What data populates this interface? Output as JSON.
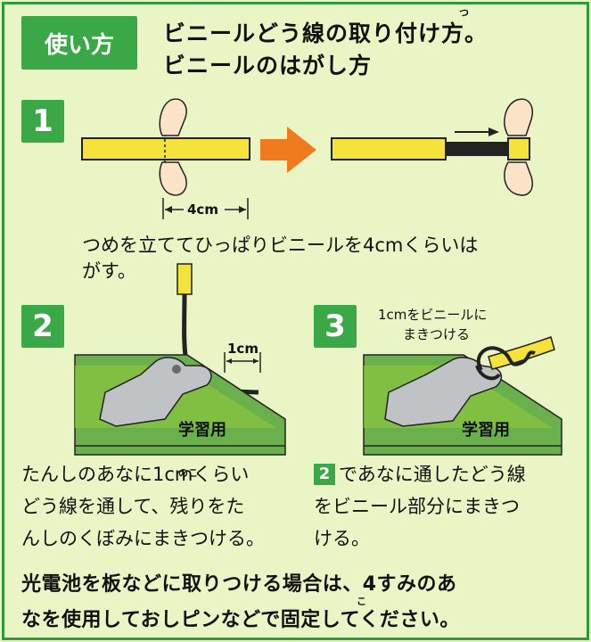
{
  "title_badge": "使い方",
  "heading_line1": "ビニールどう線の取り付け方。",
  "heading_line2": "ビニールのはがし方",
  "ruby_tsu": "つ",
  "step1": {
    "number": "1",
    "measure_label": "4cm",
    "text_line1": "つめを立ててひっぱりビニールを4cmくらいは",
    "text_line2": "がす。"
  },
  "step2": {
    "number": "2",
    "measure_label": "1cm",
    "text_line1": "たんしのあなに1cmくらい",
    "text_line2": "どう線を通して、残りをた",
    "text_line3": "んしのくぼみにまきつける。",
    "ruby_nokori": "のこ",
    "board_label": "学習用"
  },
  "step3": {
    "number": "3",
    "callout_line1": "1cmをビニールに",
    "callout_line2": "まきつける",
    "ref_badge": "2",
    "text_line1": "であなに通したどう線",
    "text_line2": "をビニール部分にまきつ",
    "text_line3": "ける。",
    "board_label": "学習用"
  },
  "bottom": {
    "line1": "光電池を板などに取りつける場合は、4すみのあ",
    "line2": "なを使用しておしピンなどで固定してください。",
    "ruby_ko": "こ"
  },
  "colors": {
    "background": "#e9f5c4",
    "accent_green": "#3aa847",
    "wire_yellow": "#f5e23a",
    "arrow_orange": "#f07a1e"
  }
}
